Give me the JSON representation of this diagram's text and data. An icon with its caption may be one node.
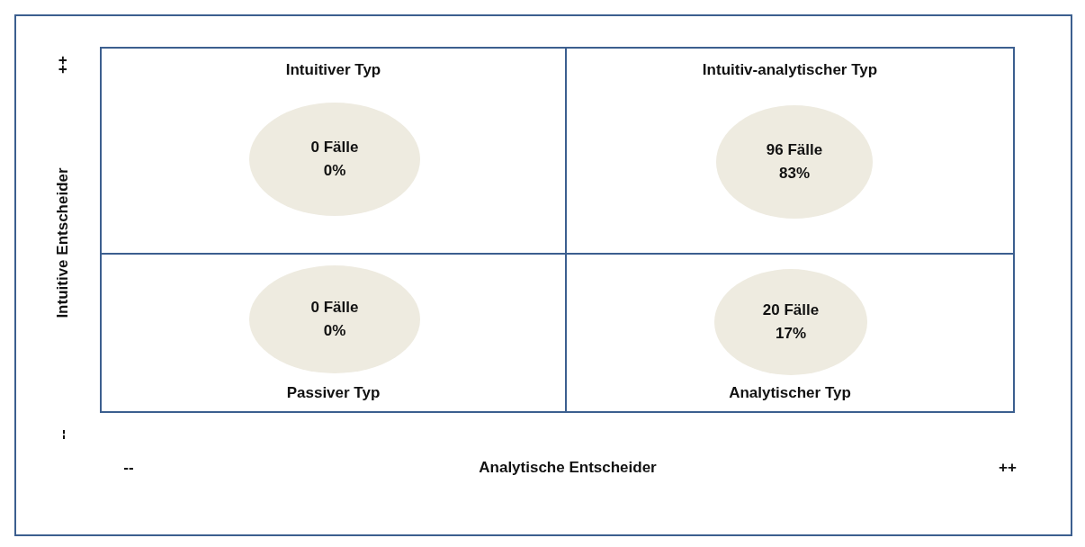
{
  "diagram": {
    "nodes": [
      {
        "text": [
          "Intuitiver Typ"
        ]
      },
      {
        "text": [
          "0 Fälle",
          "0%"
        ],
        "in": 0
      },
      {
        "text": [
          "Intuitiv-analytischer Typ"
        ]
      },
      {
        "text": [
          "96 Fälle",
          "83%"
        ],
        "in": 2
      },
      {
        "text": [
          "Passiver Typ"
        ]
      },
      {
        "text": [
          "0 Fälle",
          "0%"
        ],
        "in": 4
      },
      {
        "text": [
          "Analytischer Typ"
        ]
      },
      {
        "text": [
          "20 Fälle",
          "17%"
        ],
        "in": 6
      }
    ],
    "edges": [],
    "labels": [
      "++",
      "Intuitive Entscheider",
      "--",
      "--",
      "Analytische Entscheider",
      "++"
    ]
  }
}
